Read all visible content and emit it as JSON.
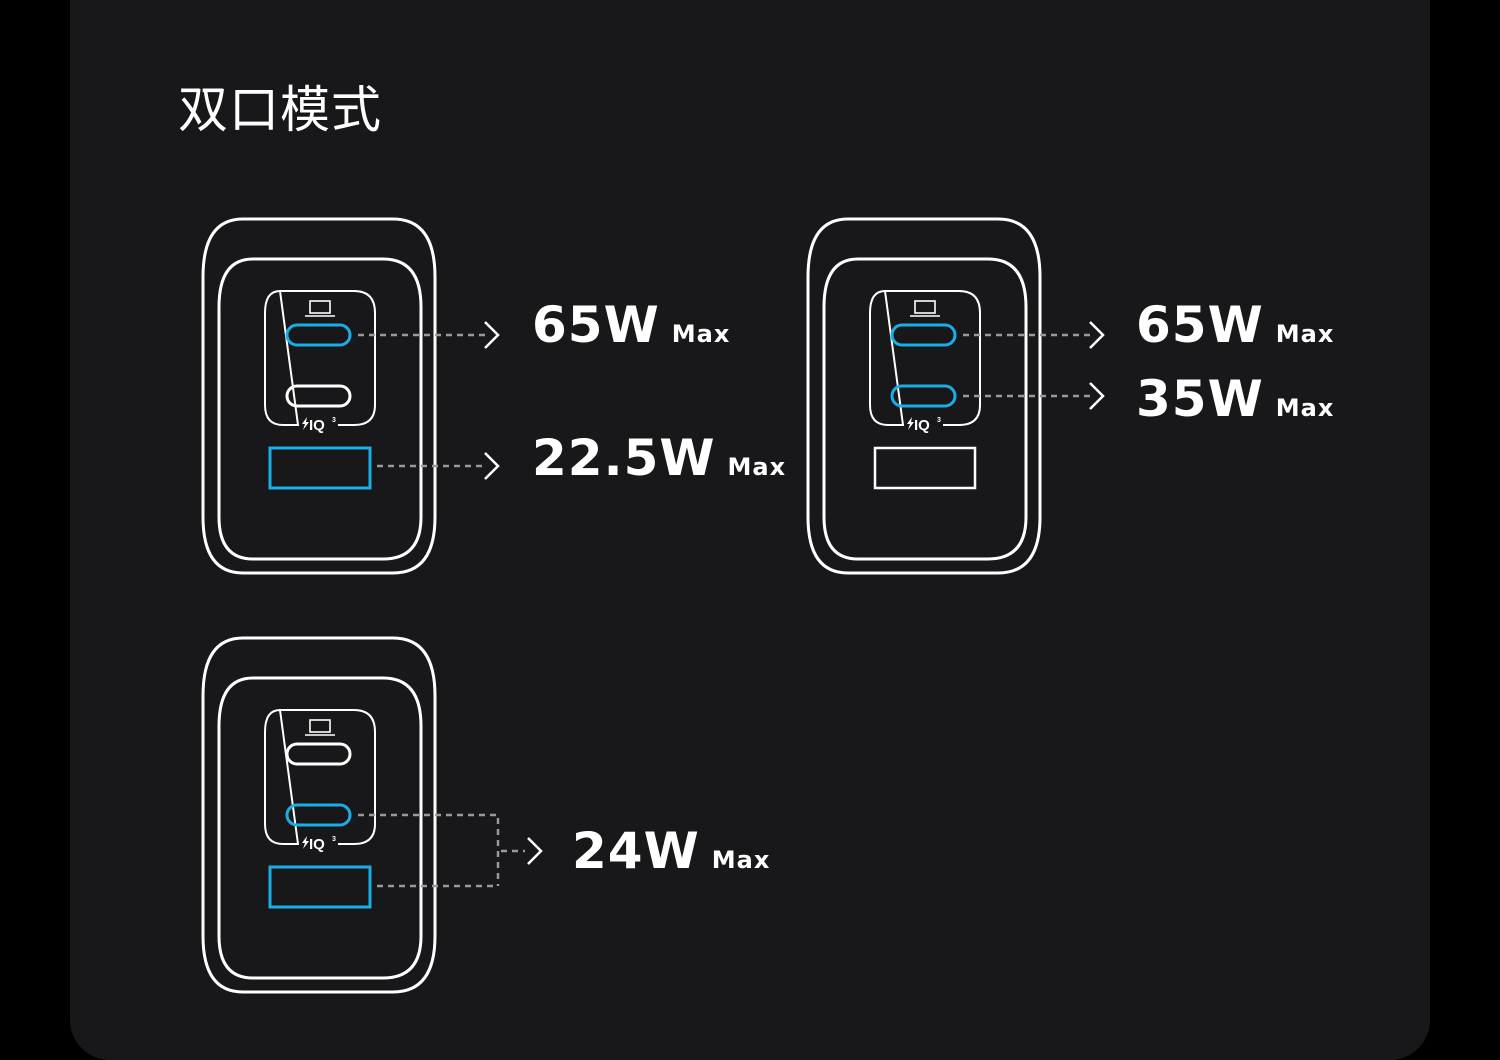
{
  "page": {
    "title": "双口模式"
  },
  "colors": {
    "background": "#18181a",
    "outline": "#ffffff",
    "active_port": "#1aaee8",
    "dashed_line": "#9a9a9a"
  },
  "charger": {
    "badge_text": "IQ",
    "badge_superscript": "3",
    "laptop_icon": "laptop-icon",
    "bolt_icon": "lightning-bolt-icon"
  },
  "modes": [
    {
      "name": "usb-c1-plus-usb-a",
      "active_ports": [
        "c1",
        "a"
      ],
      "outputs": [
        {
          "port": "c1",
          "watt": "65W",
          "suffix": "Max"
        },
        {
          "port": "a",
          "watt": "22.5W",
          "suffix": "Max"
        }
      ]
    },
    {
      "name": "usb-c1-plus-usb-c2",
      "active_ports": [
        "c1",
        "c2"
      ],
      "outputs": [
        {
          "port": "c1",
          "watt": "65W",
          "suffix": "Max"
        },
        {
          "port": "c2",
          "watt": "35W",
          "suffix": "Max"
        }
      ]
    },
    {
      "name": "usb-c2-plus-usb-a",
      "active_ports": [
        "c2",
        "a"
      ],
      "outputs": [
        {
          "port": "c2+a",
          "watt": "24W",
          "suffix": "Max"
        }
      ]
    }
  ]
}
